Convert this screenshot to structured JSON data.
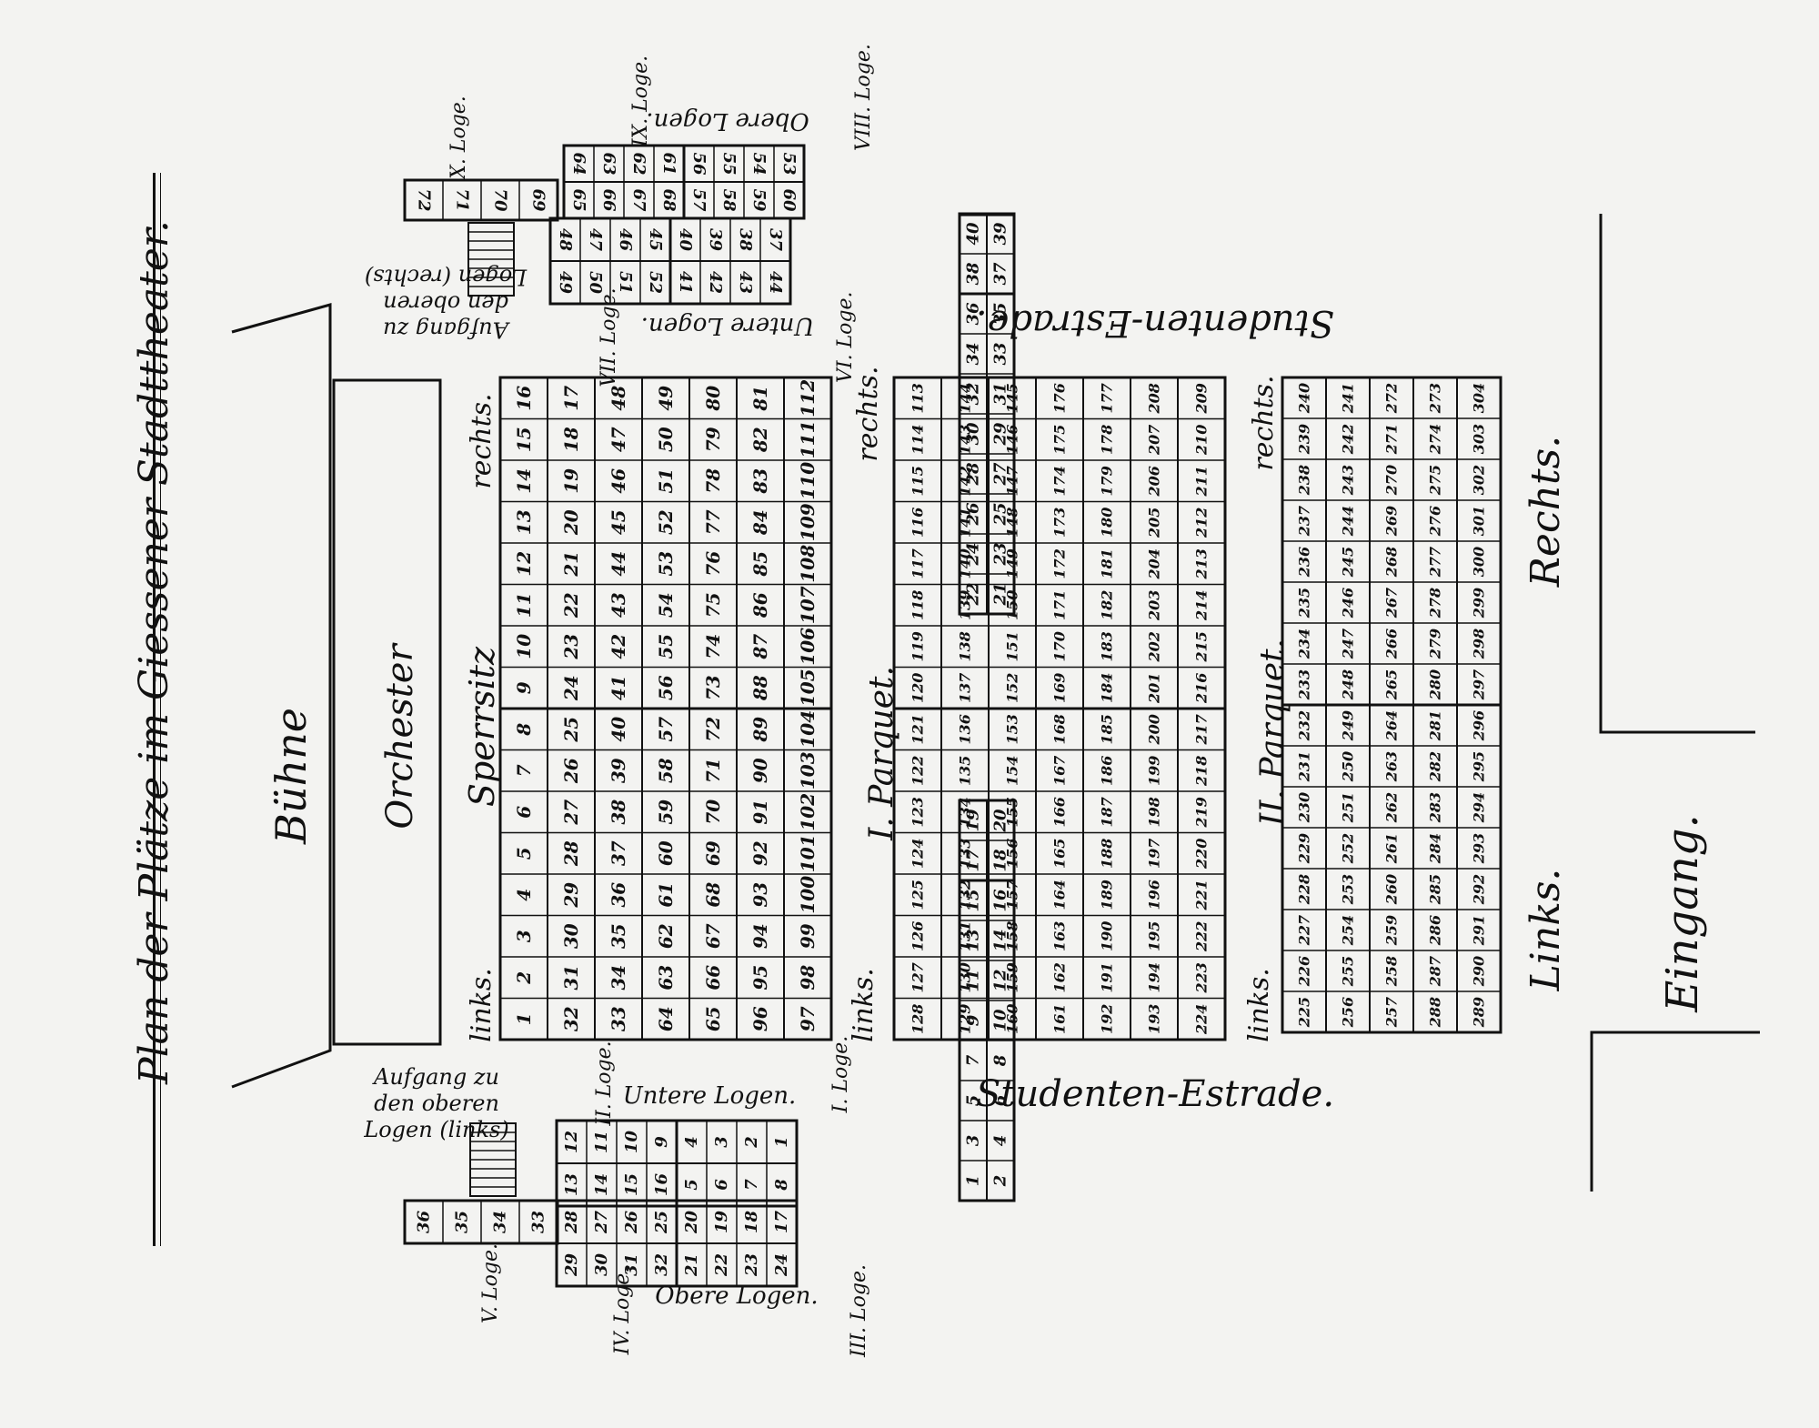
{
  "title": "Plan der Plätze im Giessener Stadttheater.",
  "labels": {
    "buehne": "Bühne",
    "orchester": "Orchester",
    "sperrsitz": "Sperrsitz",
    "parquet_1": "I. Parquet.",
    "parquet_2": "II. Parquet.",
    "studenten_estrade": "Studenten-Estrade.",
    "links": "links.",
    "rechts": "rechts.",
    "links_cap": "Links.",
    "rechts_cap": "Rechts.",
    "eingang": "Eingang.",
    "untere_logen": "Untere Logen.",
    "obere_logen": "Obere Logen.",
    "aufgang_links": "Aufgang zu den oberen Logen (links)",
    "aufgang_rechts": "Aufgang zu den oberen Logen (rechts)",
    "loge_1": "I. Loge.",
    "loge_2": "II. Loge.",
    "loge_3": "III. Loge.",
    "loge_4": "IV. Loge.",
    "loge_5": "V. Loge.",
    "loge_6": "VI. Loge.",
    "loge_7": "VII. Loge.",
    "loge_8": "VIII. Loge.",
    "loge_9": "IX. Loge.",
    "loge_10": "X. Loge."
  },
  "sperrsitz": {
    "rows": [
      [
        1,
        2,
        3,
        4,
        5,
        6,
        7,
        8,
        9,
        10,
        11,
        12,
        13,
        14,
        15,
        16
      ],
      [
        32,
        31,
        30,
        29,
        28,
        27,
        26,
        25,
        24,
        23,
        22,
        21,
        20,
        19,
        18,
        17
      ],
      [
        33,
        34,
        35,
        36,
        37,
        38,
        39,
        40,
        41,
        42,
        43,
        44,
        45,
        46,
        47,
        48
      ],
      [
        64,
        63,
        62,
        61,
        60,
        59,
        58,
        57,
        56,
        55,
        54,
        53,
        52,
        51,
        50,
        49
      ],
      [
        65,
        66,
        67,
        68,
        69,
        70,
        71,
        72,
        73,
        74,
        75,
        76,
        77,
        78,
        79,
        80
      ],
      [
        96,
        95,
        94,
        93,
        92,
        91,
        90,
        89,
        88,
        87,
        86,
        85,
        84,
        83,
        82,
        81
      ],
      [
        97,
        98,
        99,
        100,
        101,
        102,
        103,
        104,
        105,
        106,
        107,
        108,
        109,
        110,
        111,
        112
      ]
    ]
  },
  "parquet_1": {
    "rows": [
      [
        128,
        127,
        126,
        125,
        124,
        123,
        122,
        121,
        120,
        119,
        118,
        117,
        116,
        115,
        114,
        113
      ],
      [
        129,
        130,
        131,
        132,
        133,
        134,
        135,
        136,
        137,
        138,
        139,
        140,
        141,
        142,
        143,
        144
      ],
      [
        160,
        159,
        158,
        157,
        156,
        155,
        154,
        153,
        152,
        151,
        150,
        149,
        148,
        147,
        146,
        145
      ],
      [
        161,
        162,
        163,
        164,
        165,
        166,
        167,
        168,
        169,
        170,
        171,
        172,
        173,
        174,
        175,
        176
      ],
      [
        192,
        191,
        190,
        189,
        188,
        187,
        186,
        185,
        184,
        183,
        182,
        181,
        180,
        179,
        178,
        177
      ],
      [
        193,
        194,
        195,
        196,
        197,
        198,
        199,
        200,
        201,
        202,
        203,
        204,
        205,
        206,
        207,
        208
      ],
      [
        224,
        223,
        222,
        221,
        220,
        219,
        218,
        217,
        216,
        215,
        214,
        213,
        212,
        211,
        210,
        209
      ]
    ]
  },
  "parquet_2": {
    "rows": [
      [
        225,
        226,
        227,
        228,
        229,
        230,
        231,
        232,
        233,
        234,
        235,
        236,
        237,
        238,
        239,
        240
      ],
      [
        256,
        255,
        254,
        253,
        252,
        251,
        250,
        249,
        248,
        247,
        246,
        245,
        244,
        243,
        242,
        241
      ],
      [
        257,
        258,
        259,
        260,
        261,
        262,
        263,
        264,
        265,
        266,
        267,
        268,
        269,
        270,
        271,
        272
      ],
      [
        288,
        287,
        286,
        285,
        284,
        283,
        282,
        281,
        280,
        279,
        278,
        277,
        276,
        275,
        274,
        273
      ],
      [
        289,
        290,
        291,
        292,
        293,
        294,
        295,
        296,
        297,
        298,
        299,
        300,
        301,
        302,
        303,
        304
      ]
    ]
  },
  "estrade_left": {
    "rows": [
      [
        1,
        3,
        5,
        7,
        9,
        11,
        13,
        15,
        17,
        19
      ],
      [
        2,
        4,
        6,
        8,
        10,
        12,
        14,
        16,
        18,
        20
      ]
    ]
  },
  "estrade_right": {
    "rows": [
      [
        22,
        24,
        26,
        28,
        30,
        32,
        34,
        36,
        38,
        40
      ],
      [
        21,
        23,
        25,
        27,
        29,
        31,
        33,
        35,
        37,
        39
      ]
    ]
  },
  "logen_left": {
    "untere_top": [
      12,
      11,
      10,
      9,
      4,
      3,
      2,
      1
    ],
    "untere_bottom": [
      13,
      14,
      15,
      16,
      5,
      6,
      7,
      8
    ],
    "obere_top": [
      28,
      27,
      26,
      25,
      20,
      19,
      18,
      17
    ],
    "obere_bottom": [
      29,
      30,
      31,
      32,
      21,
      22,
      23,
      24
    ],
    "loge5": [
      36,
      35,
      34,
      33
    ]
  },
  "logen_right": {
    "untere_top": [
      48,
      47,
      46,
      45,
      40,
      39,
      38,
      37
    ],
    "untere_bottom": [
      49,
      50,
      51,
      52,
      41,
      42,
      43,
      44
    ],
    "obere_top": [
      64,
      63,
      62,
      61,
      56,
      55,
      54,
      53
    ],
    "obere_bottom": [
      65,
      66,
      67,
      68,
      57,
      58,
      59,
      60
    ],
    "loge10": [
      72,
      71,
      70,
      69
    ]
  }
}
